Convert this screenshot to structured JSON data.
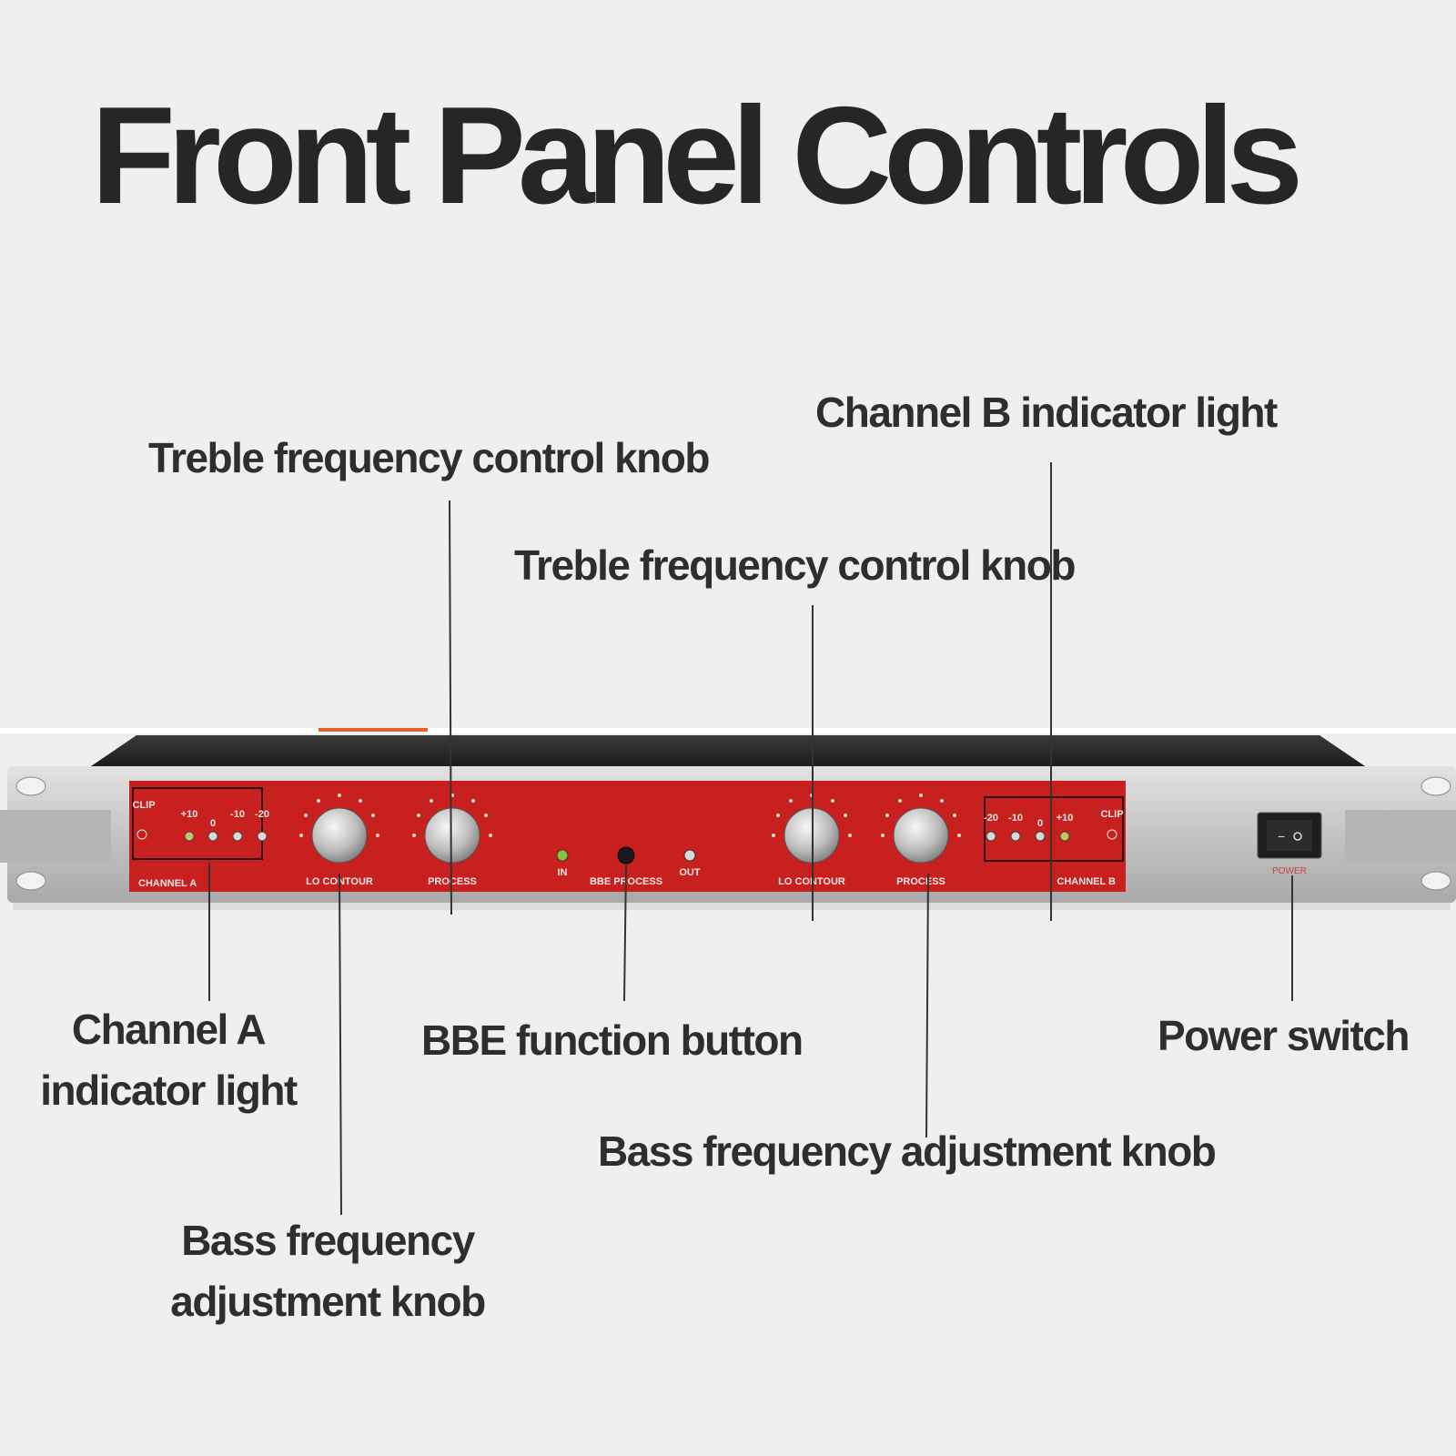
{
  "title": "Front Panel Controls",
  "colors": {
    "panel_red": "#c8201f",
    "chassis_top": "#2b2b2b",
    "chassis_silver": "#c9c9c9",
    "accent_orange": "#e8612c"
  },
  "callouts": {
    "treble_a": "Treble frequency control knob",
    "treble_b": "Treble frequency control knob",
    "channel_b_light": "Channel B indicator light",
    "channel_a_light": [
      "Channel A",
      "indicator light"
    ],
    "bbe_button": "BBE function button",
    "power_switch": "Power switch",
    "bass_b": "Bass frequency adjustment knob",
    "bass_a": [
      "Bass frequency",
      "adjustment knob"
    ]
  },
  "panel_labels": {
    "channel_a": "CHANNEL A",
    "lo_contour_a": "LO CONTOUR",
    "process_a": "PROCESS",
    "in": "IN",
    "bbe_process": "BBE PROCESS",
    "out": "OUT",
    "lo_contour_b": "LO CONTOUR",
    "process_b": "PROCESS",
    "channel_b": "CHANNEL B",
    "power": "POWER",
    "clip": "CLIP",
    "meter_a": [
      "+10",
      "0",
      "-10",
      "-20"
    ],
    "meter_b": [
      "-20",
      "-10",
      "0",
      "+10"
    ]
  }
}
